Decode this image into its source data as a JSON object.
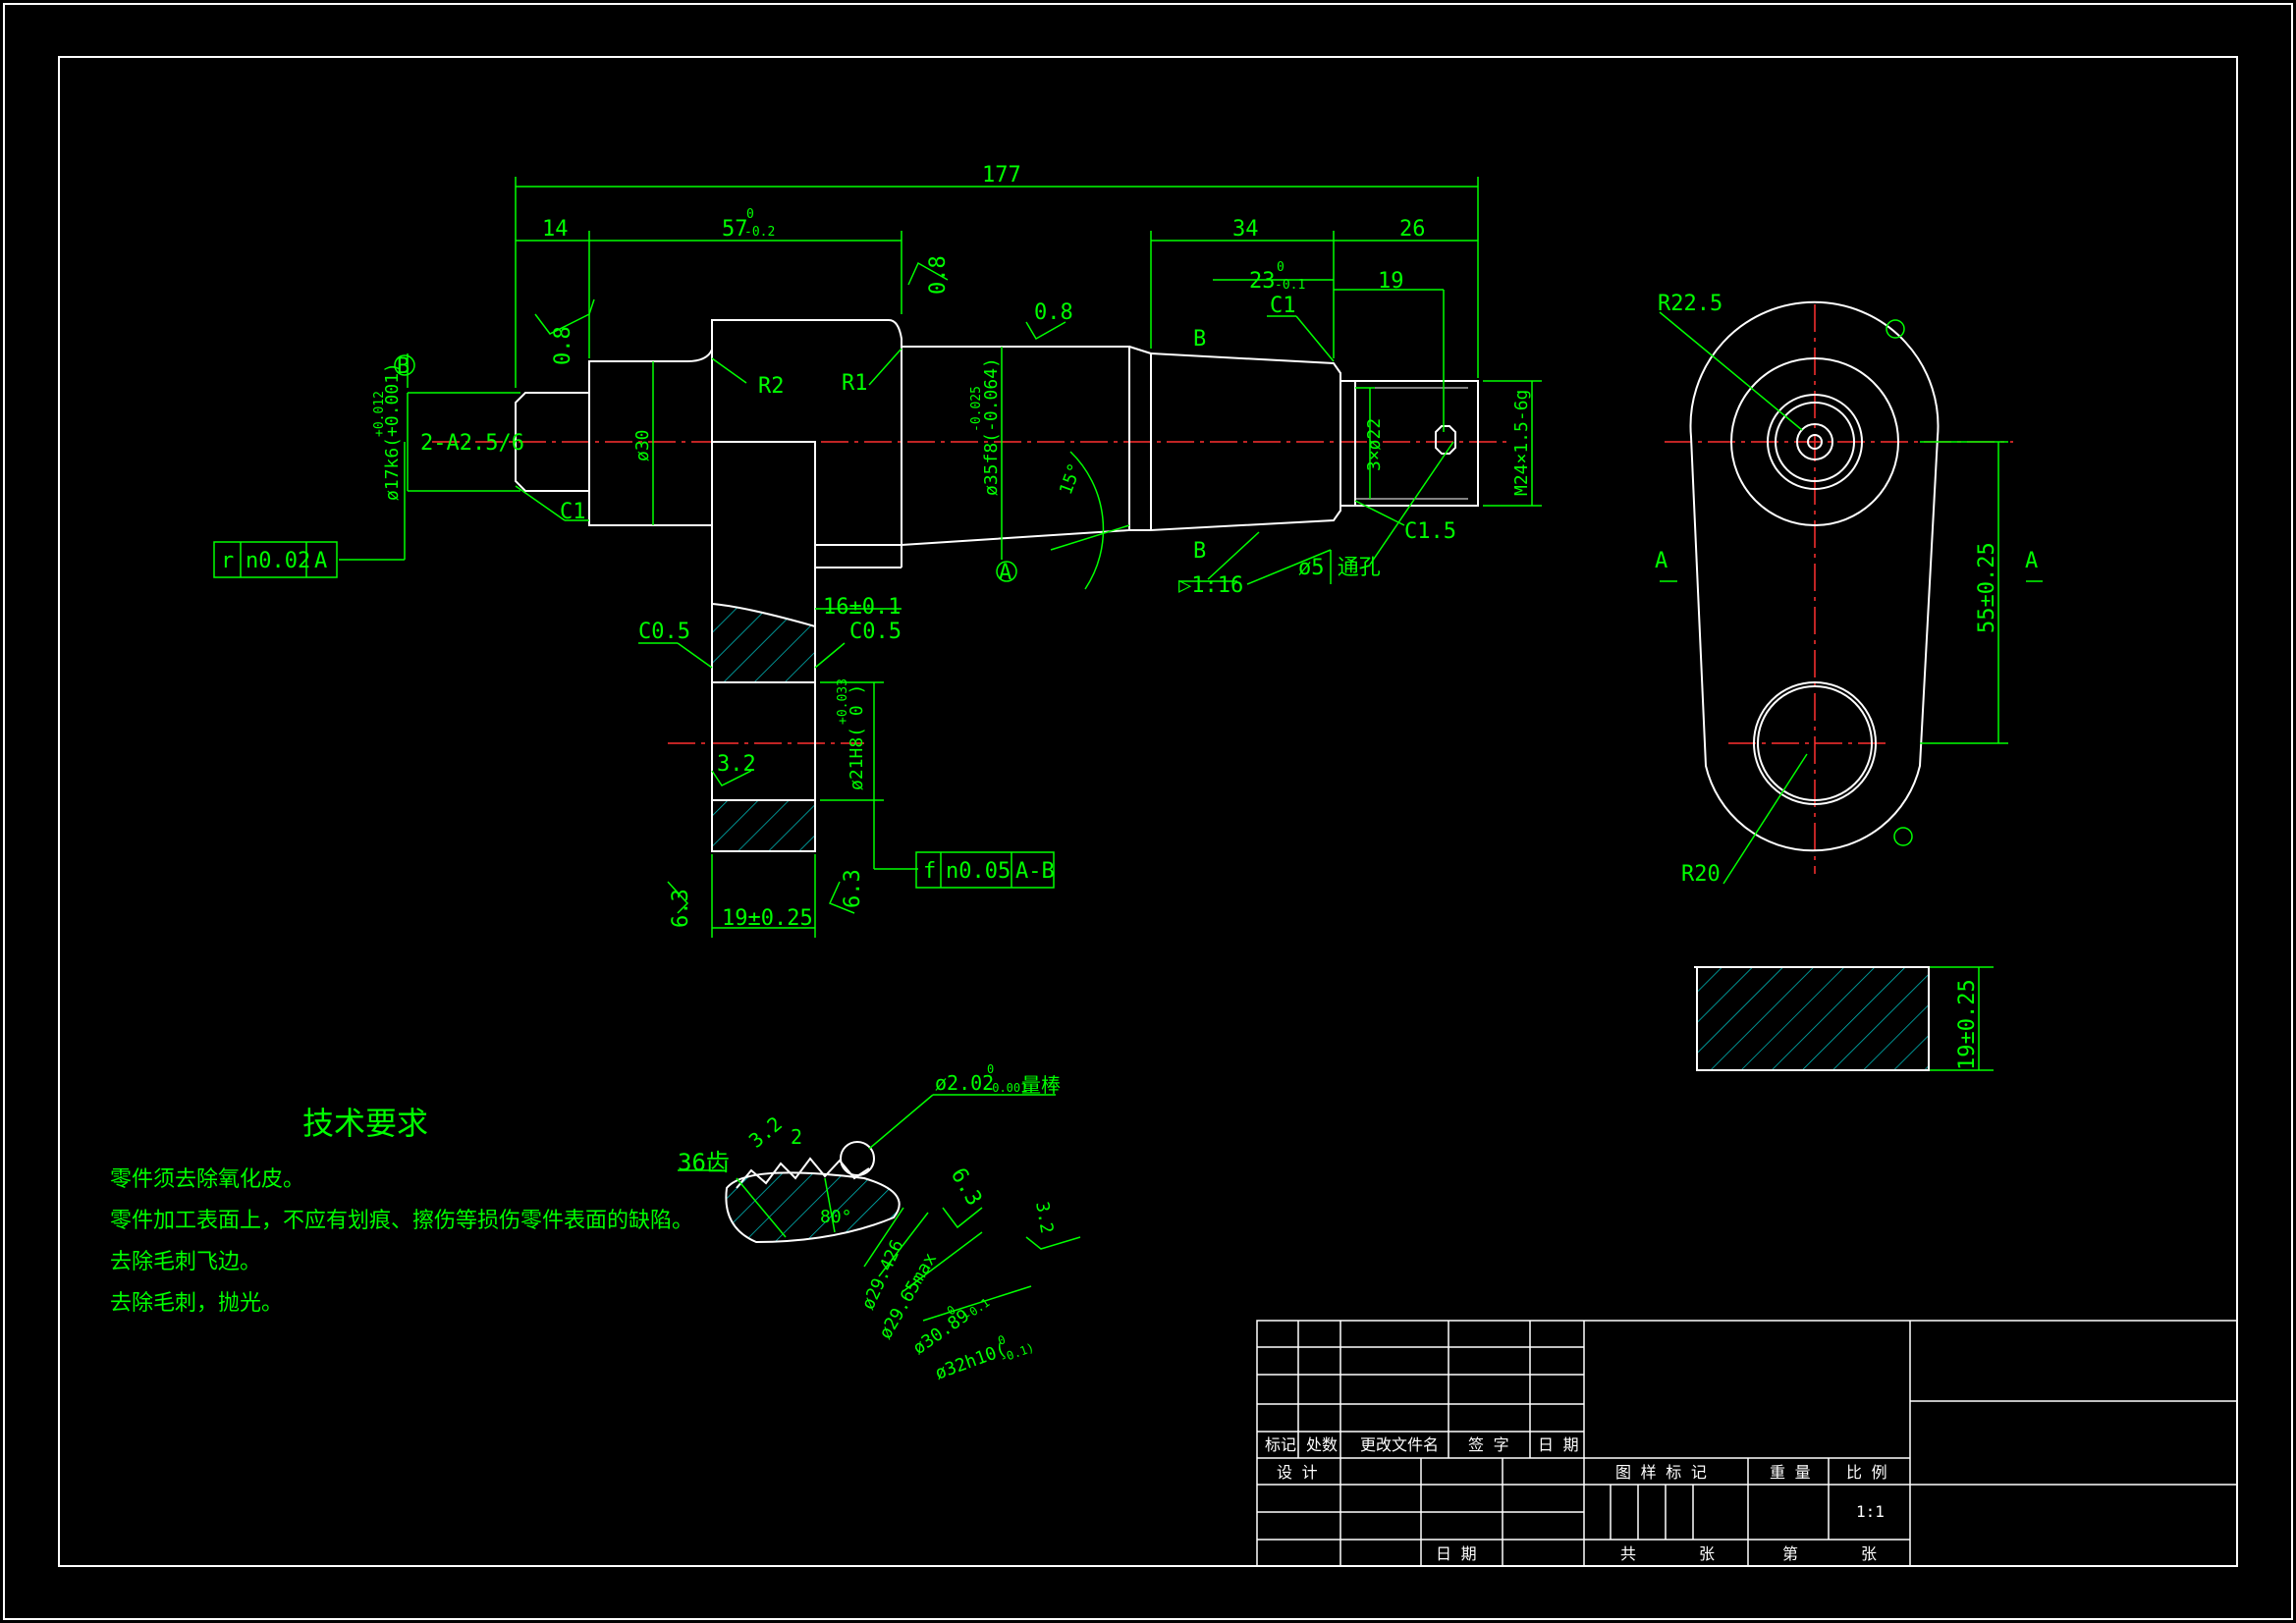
{
  "colors": {
    "background": "#000000",
    "outline": "#ffffff",
    "dimension": "#00ff00",
    "centerline": "#ff0000",
    "hatch": "#00c0c0"
  },
  "drawing": {
    "dims": {
      "overall": "177",
      "d14": "14",
      "d57": "57",
      "d57_tol_up": "0",
      "d57_tol_dn": "-0.2",
      "d34": "34",
      "d26": "26",
      "d23": "23",
      "d23_tol_up": "0",
      "d23_tol_dn": "-0.1",
      "d19": "19",
      "d16": "16±0.1",
      "d19b": "19±0.25",
      "d55": "55±0.25",
      "d19c": "19±0.25"
    },
    "labels": {
      "r08a": "0.8",
      "r08b": "0.8",
      "r08c": "0.8",
      "r32": "3.2",
      "r63a": "6.3",
      "r63b": "6.3",
      "r63c": "6.3",
      "r32b": "3.2",
      "c1a": "C1",
      "c1b": "C1",
      "c05a": "C0.5",
      "c05b": "C0.5",
      "c15": "C1.5",
      "r2": "R2",
      "r1": "R1",
      "r225": "R22.5",
      "r20": "R20",
      "datumB": "B",
      "datumA": "A",
      "sectB1": "B",
      "sectB2": "B",
      "sectA1": "A",
      "sectA2": "A",
      "d17": "ø17k6(+0.001)",
      "d17_up": "+0.012",
      "center_hole": "2-A2.5/6",
      "d30": "ø30",
      "d35": "ø35f8(-0.064)",
      "d35_up": "-0.025",
      "angle15": "15°",
      "taper": "▷1:16",
      "hole5": "ø5 通孔",
      "d22": "3×ø22",
      "m24": "M24×1.5-6g",
      "d21": "ø21H8( 0 )",
      "d21_up": "+0.033",
      "tol1_sym": "r",
      "tol1_val": "n0.02",
      "tol1_ref": "A",
      "tol2_sym": "f",
      "tol2_val": "n0.05",
      "tol2_ref": "A-B"
    },
    "spline": {
      "teeth": "36齿",
      "pin": "ø2.02",
      "pin_tol_up": "0",
      "pin_tol_dn": "-0.001",
      "pin_suffix": "量棒",
      "angle": "80°",
      "d1": "ø29.426",
      "d2": "ø29.65max",
      "d3": "ø30.89",
      "d3_up": "0",
      "d3_dn": "-0.1",
      "d4": "ø32h10(",
      "d4_up": "0",
      "d4_dn": "-0.1)",
      "r32": "3.2",
      "r2": "2"
    },
    "notes": {
      "title": "技术要求",
      "items": [
        "零件须去除氧化皮。",
        "零件加工表面上，不应有划痕、擦伤等损伤零件表面的缺陷。",
        "去除毛刺飞边。",
        "去除毛刺，抛光。"
      ]
    },
    "title_block": {
      "mark": "标记",
      "count": "处数",
      "doc": "更改文件名",
      "sign": "签 字",
      "date": "日 期",
      "design": "设 计",
      "date2": "日 期",
      "drawing_mark": "图 样 标 记",
      "weight": "重 量",
      "scale_label": "比 例",
      "scale": "1:1",
      "total": "共",
      "sheet_unit": "张",
      "sheet": "第",
      "sheet_unit2": "张"
    }
  }
}
